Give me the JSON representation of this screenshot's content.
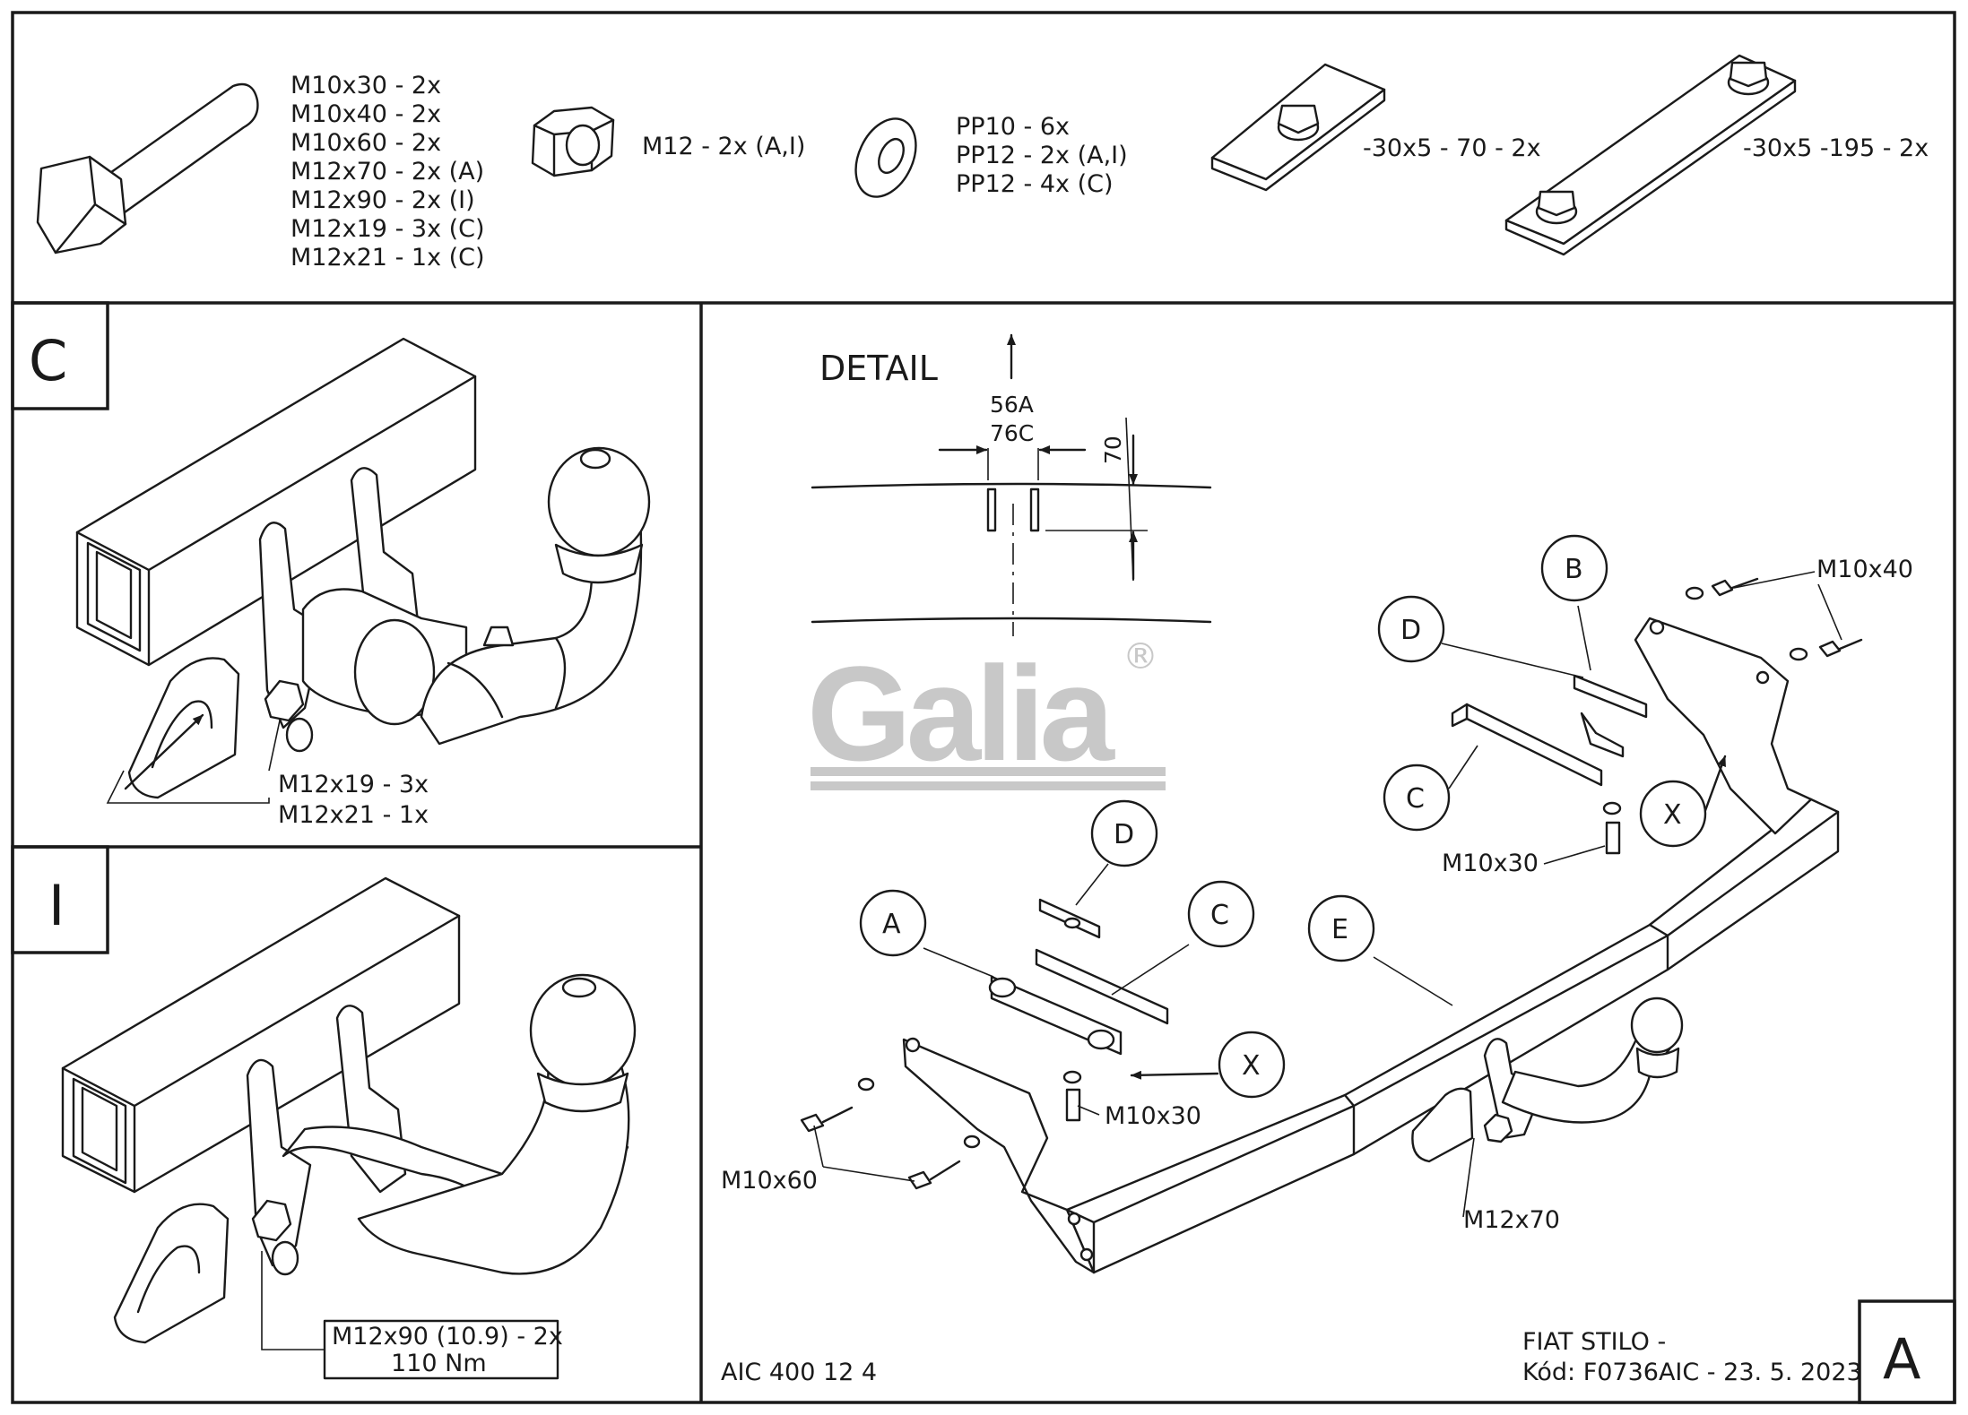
{
  "parts_list": {
    "bolts": [
      "M10x30 - 2x",
      "M10x40 - 2x",
      "M10x60 - 2x",
      "M12x70 - 2x (A)",
      "M12x90 - 2x  (I)",
      "M12x19 - 3x (C)",
      "M12x21 - 1x (C)"
    ],
    "nut": "M12 - 2x (A,I)",
    "washers": [
      "PP10 - 6x",
      "PP12 - 2x (A,I)",
      "PP12 - 4x (C)"
    ],
    "plate_short": "-30x5 - 70 - 2x",
    "plate_long": "-30x5 -195 - 2x"
  },
  "panel_c": {
    "label": "C",
    "callouts": [
      "M12x19 - 3x",
      "M12x21 - 1x"
    ]
  },
  "panel_i": {
    "label": "I",
    "callouts": [
      "M12x90 (10.9) - 2x",
      "110 Nm"
    ]
  },
  "detail": {
    "title": "DETAIL",
    "dim_labels": [
      "56A",
      "76C"
    ],
    "dim_vertical": "70"
  },
  "watermark": "Galia",
  "registered_mark": "®",
  "panel_a": {
    "label": "A",
    "part_labels": [
      "A",
      "B",
      "C",
      "D",
      "E",
      "X",
      "C",
      "D",
      "X"
    ],
    "bolt_labels": [
      "M10x40",
      "M10x30",
      "M10x30",
      "M10x60",
      "M12x70"
    ]
  },
  "footer": {
    "product_code": "AIC 400 12 4",
    "vehicle": "FIAT STILO -",
    "code_date": "Kód: F0736AIC - 23. 5. 2023"
  },
  "colors": {
    "ink": "#1a1a1a",
    "watermark": "#c8c8c8",
    "background": "#ffffff"
  }
}
